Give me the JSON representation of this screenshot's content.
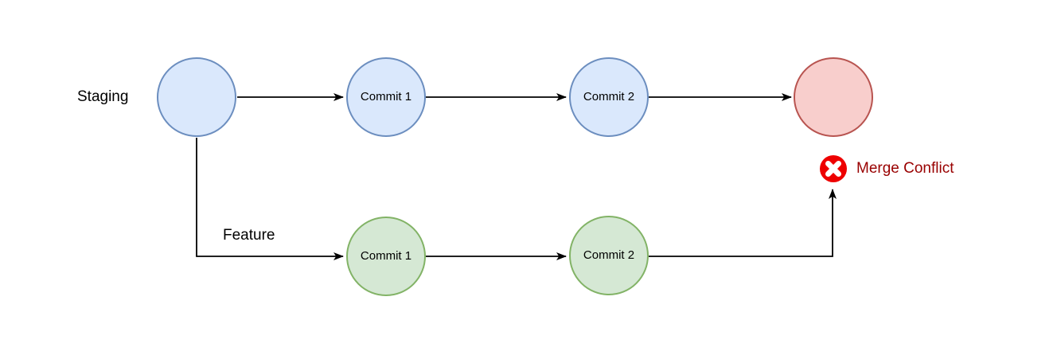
{
  "diagram": {
    "background": "#ffffff",
    "branches": {
      "staging": {
        "label": "Staging"
      },
      "feature": {
        "label": "Feature"
      }
    },
    "nodes": {
      "staging_start": {
        "label": "",
        "fill": "#dae8fc",
        "stroke": "#6c8ebf"
      },
      "staging_commit_1": {
        "label": "Commit 1",
        "fill": "#dae8fc",
        "stroke": "#6c8ebf"
      },
      "staging_commit_2": {
        "label": "Commit 2",
        "fill": "#dae8fc",
        "stroke": "#6c8ebf"
      },
      "merge_result": {
        "label": "",
        "fill": "#f8cecc",
        "stroke": "#b85450"
      },
      "feature_commit_1": {
        "label": "Commit 1",
        "fill": "#d5e8d4",
        "stroke": "#82b366"
      },
      "feature_commit_2": {
        "label": "Commit 2",
        "fill": "#d5e8d4",
        "stroke": "#82b366"
      }
    },
    "conflict": {
      "label": "Merge Conflict",
      "icon": "error-x-icon",
      "icon_color": "#ee0000",
      "icon_glyph_color": "#ffffff",
      "text_color": "#990000"
    },
    "edge_color": "#000000"
  }
}
